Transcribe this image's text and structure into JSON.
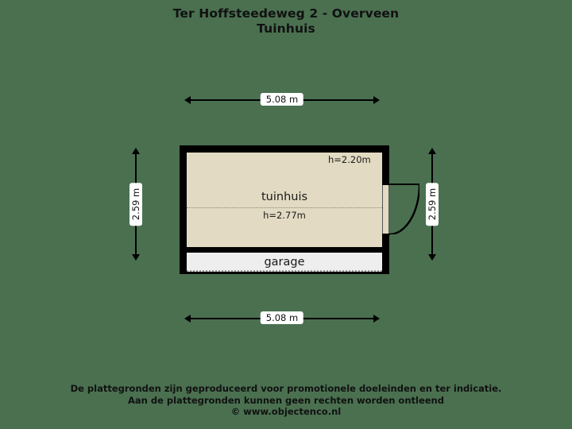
{
  "page": {
    "background_color": "#4a7050",
    "ink_color": "#111111"
  },
  "header": {
    "title": "Ter Hoffsteedeweg 2 - Overveen",
    "subtitle": "Tuinhuis"
  },
  "floorplan": {
    "wall_color": "#000000",
    "rooms": [
      {
        "name": "tuinhuis",
        "height_label": "h=2.77m",
        "ceiling_note": "h=2.20m",
        "fill_color": "#e2dac2"
      },
      {
        "name": "garage",
        "fill_color": "#eeeeee"
      }
    ],
    "door": {
      "name": "swing-door",
      "side": "right",
      "swing": "outward"
    },
    "dimensions": {
      "top": "5.08 m",
      "bottom": "5.08 m",
      "left": "2.59 m",
      "right": "2.59 m"
    }
  },
  "footer": {
    "line1": "De plattegronden zijn geproduceerd voor promotionele doeleinden en ter indicatie.",
    "line2": "Aan de plattegronden kunnen geen rechten worden ontleend",
    "line3": "© www.objectenco.nl"
  }
}
